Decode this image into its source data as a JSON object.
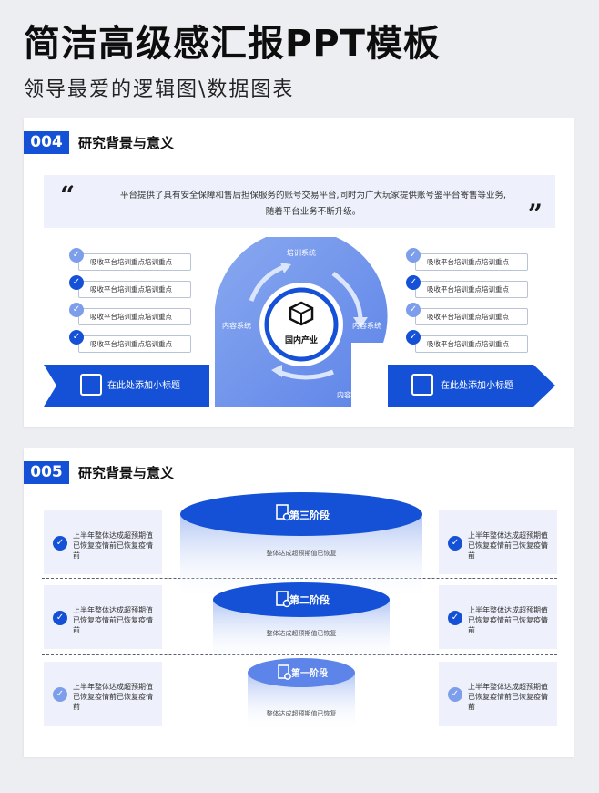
{
  "hero": {
    "title": "简洁高级感汇报PPT模板",
    "subtitle": "领导最爱的逻辑图\\数据图表"
  },
  "colors": {
    "primary": "#1451d6",
    "light": "#7d9eea",
    "panel": "#eef1fb"
  },
  "card1": {
    "number": "004",
    "title": "研究背景与意义",
    "quote_open": "“",
    "quote_close": "”",
    "quote_text": "平台提供了具有安全保障和售后担保服务的账号交易平台,同时为广大玩家提供账号鉴平台寄售等业务,随着平台业务不断升级。",
    "left_items": [
      {
        "label": "吸收平台培训重点培训重点",
        "icon": "check-icon"
      },
      {
        "label": "吸收平台培训重点培训重点",
        "icon": "check-icon"
      },
      {
        "label": "吸收平台培训重点培训重点",
        "icon": "check-icon"
      },
      {
        "label": "吸收平台培训重点培训重点",
        "icon": "check-icon"
      }
    ],
    "right_items": [
      {
        "label": "吸收平台培训重点培训重点",
        "icon": "check-icon"
      },
      {
        "label": "吸收平台培训重点培训重点",
        "icon": "check-icon"
      },
      {
        "label": "吸收平台培训重点培训重点",
        "icon": "check-icon"
      },
      {
        "label": "吸收平台培训重点培训重点",
        "icon": "check-icon"
      }
    ],
    "wheel": {
      "top": "培训系统",
      "left": "内容系统",
      "right": "内容系统",
      "bottom": "内容系统",
      "center": "国内产业",
      "center_icon": "cube-icon"
    },
    "arrow_left": {
      "label": "在此处添加小标题",
      "icon": "chart-upload-icon"
    },
    "arrow_right": {
      "label": "在此处添加小标题",
      "icon": "grid-search-icon"
    }
  },
  "card2": {
    "number": "005",
    "title": "研究背景与意义",
    "side_text": "上半年整体达成超预期值已恢复疫情前已恢复疫情前",
    "stages": [
      {
        "name": "第三阶段",
        "desc": "整体达成超预期值已恢复",
        "icon": "doc-search-icon"
      },
      {
        "name": "第二阶段",
        "desc": "整体达成超预期值已恢复",
        "icon": "doc-search-icon"
      },
      {
        "name": "第一阶段",
        "desc": "整体达成超预期值已恢复",
        "icon": "doc-search-icon"
      }
    ]
  }
}
